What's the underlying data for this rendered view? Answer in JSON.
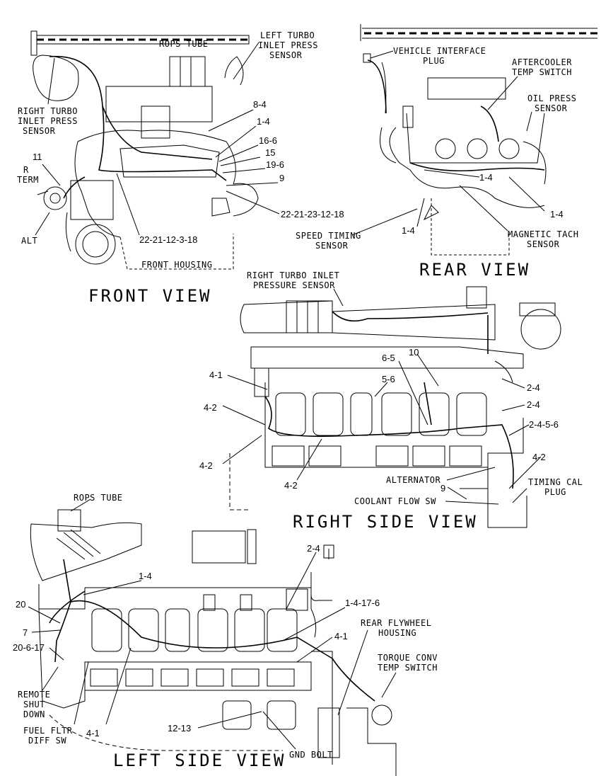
{
  "views": {
    "front": {
      "title": "FRONT VIEW",
      "labels": {
        "rops_tube": "ROPS TUBE",
        "left_turbo_1": "LEFT TURBO",
        "left_turbo_2": "INLET PRESS",
        "left_turbo_3": "SENSOR",
        "right_turbo_1": "RIGHT TURBO",
        "right_turbo_2": "INLET PRESS",
        "right_turbo_3": "SENSOR",
        "r_term_1": "R",
        "r_term_2": "TERM",
        "alt": "ALT",
        "front_housing": "FRONT HOUSING"
      },
      "callouts": {
        "c11": "11",
        "c8_4": "8-4",
        "c1_4": "1-4",
        "c16_6": "16-6",
        "c15": "15",
        "c19_6": "19-6",
        "c9": "9",
        "c22_21_23_12_18": "22-21-23-12-18",
        "c22_21_12_3_18": "22-21-12-3-18"
      }
    },
    "rear": {
      "title": "REAR VIEW",
      "labels": {
        "vip_1": "VEHICLE INTERFACE",
        "vip_2": "PLUG",
        "ac_1": "AFTERCOOLER",
        "ac_2": "TEMP SWITCH",
        "op_1": "OIL PRESS",
        "op_2": "SENSOR",
        "st_1": "SPEED TIMING",
        "st_2": "SENSOR",
        "mt_1": "MAGNETIC TACH",
        "mt_2": "SENSOR"
      },
      "callouts": {
        "c1_4_a": "1-4",
        "c1_4_b": "1-4",
        "c1_4_c": "1-4"
      }
    },
    "right": {
      "title": "RIGHT SIDE VIEW",
      "labels": {
        "rt_1": "RIGHT TURBO INLET",
        "rt_2": "PRESSURE SENSOR",
        "alternator": "ALTERNATOR",
        "coolant": "COOLANT FLOW SW",
        "tc_1": "TIMING CAL",
        "tc_2": "PLUG"
      },
      "callouts": {
        "c4_1": "4-1",
        "c6_5": "6-5",
        "c10": "10",
        "c5_6": "5-6",
        "c2_4_a": "2-4",
        "c2_4_b": "2-4",
        "c2_4_5_6": "2-4-5-6",
        "c4_2_a": "4-2",
        "c4_2_b": "4-2",
        "c4_2_c": "4-2",
        "c4_2_d": "4-2",
        "c9": "9"
      }
    },
    "left": {
      "title": "LEFT SIDE VIEW",
      "labels": {
        "rops": "ROPS TUBE",
        "rfh_1": "REAR FLYWHEEL",
        "rfh_2": "HOUSING",
        "tcs_1": "TORQUE CONV",
        "tcs_2": "TEMP SWITCH",
        "rsd_1": "REMOTE",
        "rsd_2": "SHUT",
        "rsd_3": "DOWN",
        "ff_1": "FUEL FLTR",
        "ff_2": "DIFF SW",
        "gnd": "GND BOLT"
      },
      "callouts": {
        "c2_4": "2-4",
        "c1_4": "1-4",
        "c1_4_17_6": "1-4-17-6",
        "c20": "20",
        "c7": "7",
        "c20_6_17": "20-6-17",
        "c4_1_a": "4-1",
        "c4_1_b": "4-1",
        "c12_13": "12-13"
      }
    }
  }
}
